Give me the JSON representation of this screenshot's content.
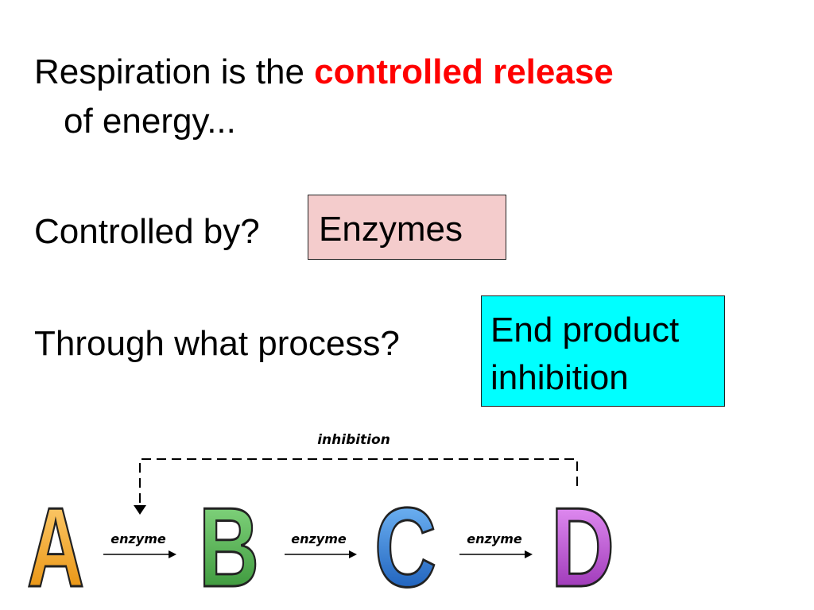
{
  "slide": {
    "line1_prefix": "Respiration is the ",
    "line1_highlight": "controlled release",
    "line1_cont": "of energy...",
    "line2": "Controlled by?",
    "line3": "Through what process?",
    "answer1": "Enzymes",
    "answer2_line1": "End product",
    "answer2_line2": "inhibition"
  },
  "diagram": {
    "inhibition_label": "inhibition",
    "letters": [
      "A",
      "B",
      "C",
      "D"
    ],
    "enzyme_labels": [
      "enzyme",
      "enzyme",
      "enzyme"
    ],
    "colors": {
      "A": "#f5a623",
      "B": "#4caf50",
      "C": "#1e88e5",
      "D": "#c94fd8",
      "highlight": "#ff0000",
      "box1": "#f4cccc",
      "box2": "#00ffff"
    }
  }
}
